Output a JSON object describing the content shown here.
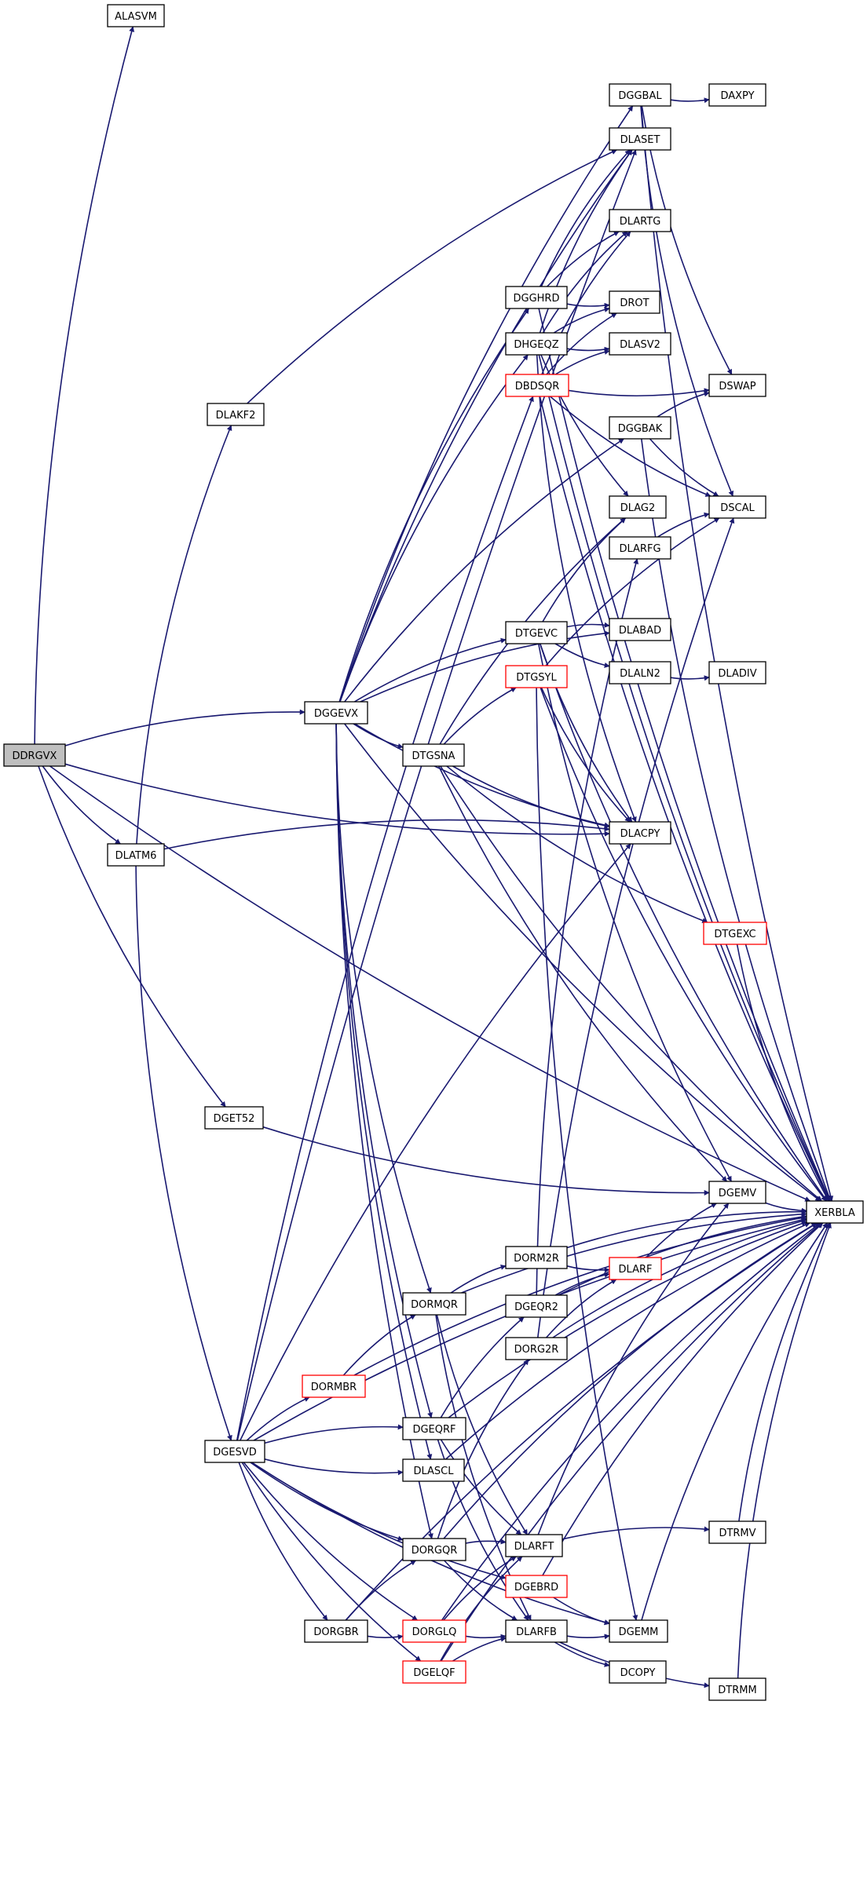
{
  "diagram": {
    "type": "call-graph",
    "colors": {
      "edge": "#191970",
      "node_border": "#000000",
      "node_truncated_border": "#ff0000",
      "root_fill": "#bfbfbf",
      "node_fill": "#ffffff"
    },
    "nodes": [
      {
        "id": "DDRGVX",
        "label": "DDRGVX",
        "style": "root"
      },
      {
        "id": "ALASVM",
        "label": "ALASVM",
        "style": "normal"
      },
      {
        "id": "DGGEVX",
        "label": "DGGEVX",
        "style": "normal"
      },
      {
        "id": "DLATM6",
        "label": "DLATM6",
        "style": "normal"
      },
      {
        "id": "DGET52",
        "label": "DGET52",
        "style": "normal"
      },
      {
        "id": "DLACPY",
        "label": "DLACPY",
        "style": "normal"
      },
      {
        "id": "XERBLA",
        "label": "XERBLA",
        "style": "normal"
      },
      {
        "id": "DLAKF2",
        "label": "DLAKF2",
        "style": "normal"
      },
      {
        "id": "DGESVD",
        "label": "DGESVD",
        "style": "normal"
      },
      {
        "id": "DLASET",
        "label": "DLASET",
        "style": "normal"
      },
      {
        "id": "DGEMV",
        "label": "DGEMV",
        "style": "normal"
      },
      {
        "id": "DGGBAL",
        "label": "DGGBAL",
        "style": "normal"
      },
      {
        "id": "DAXPY",
        "label": "DAXPY",
        "style": "normal"
      },
      {
        "id": "DLARTG",
        "label": "DLARTG",
        "style": "normal"
      },
      {
        "id": "DGGHRD",
        "label": "DGGHRD",
        "style": "normal"
      },
      {
        "id": "DROT",
        "label": "DROT",
        "style": "normal"
      },
      {
        "id": "DHGEQZ",
        "label": "DHGEQZ",
        "style": "normal"
      },
      {
        "id": "DLASV2",
        "label": "DLASV2",
        "style": "normal"
      },
      {
        "id": "DBDSQR",
        "label": "DBDSQR",
        "style": "truncated"
      },
      {
        "id": "DSWAP",
        "label": "DSWAP",
        "style": "normal"
      },
      {
        "id": "DGGBAK",
        "label": "DGGBAK",
        "style": "normal"
      },
      {
        "id": "DSCAL",
        "label": "DSCAL",
        "style": "normal"
      },
      {
        "id": "DLAG2",
        "label": "DLAG2",
        "style": "normal"
      },
      {
        "id": "DLARFG",
        "label": "DLARFG",
        "style": "normal"
      },
      {
        "id": "DTGEVC",
        "label": "DTGEVC",
        "style": "normal"
      },
      {
        "id": "DLABAD",
        "label": "DLABAD",
        "style": "normal"
      },
      {
        "id": "DLALN2",
        "label": "DLALN2",
        "style": "normal"
      },
      {
        "id": "DLADIV",
        "label": "DLADIV",
        "style": "normal"
      },
      {
        "id": "DTGSYL",
        "label": "DTGSYL",
        "style": "truncated"
      },
      {
        "id": "DTGSNA",
        "label": "DTGSNA",
        "style": "normal"
      },
      {
        "id": "DTGEXC",
        "label": "DTGEXC",
        "style": "truncated"
      },
      {
        "id": "DORM2R",
        "label": "DORM2R",
        "style": "normal"
      },
      {
        "id": "DLARF",
        "label": "DLARF",
        "style": "truncated"
      },
      {
        "id": "DORMQR",
        "label": "DORMQR",
        "style": "normal"
      },
      {
        "id": "DGEQR2",
        "label": "DGEQR2",
        "style": "normal"
      },
      {
        "id": "DORG2R",
        "label": "DORG2R",
        "style": "normal"
      },
      {
        "id": "DORMBR",
        "label": "DORMBR",
        "style": "truncated"
      },
      {
        "id": "DGEQRF",
        "label": "DGEQRF",
        "style": "normal"
      },
      {
        "id": "DLASCL",
        "label": "DLASCL",
        "style": "normal"
      },
      {
        "id": "DORGQR",
        "label": "DORGQR",
        "style": "normal"
      },
      {
        "id": "DLARFT",
        "label": "DLARFT",
        "style": "normal"
      },
      {
        "id": "DTRMV",
        "label": "DTRMV",
        "style": "normal"
      },
      {
        "id": "DGEBRD",
        "label": "DGEBRD",
        "style": "truncated"
      },
      {
        "id": "DORGBR",
        "label": "DORGBR",
        "style": "normal"
      },
      {
        "id": "DORGLQ",
        "label": "DORGLQ",
        "style": "truncated"
      },
      {
        "id": "DLARFB",
        "label": "DLARFB",
        "style": "normal"
      },
      {
        "id": "DGEMM",
        "label": "DGEMM",
        "style": "normal"
      },
      {
        "id": "DGELQF",
        "label": "DGELQF",
        "style": "truncated"
      },
      {
        "id": "DCOPY",
        "label": "DCOPY",
        "style": "normal"
      },
      {
        "id": "DTRMM",
        "label": "DTRMM",
        "style": "normal"
      }
    ],
    "edges": [
      [
        "DDRGVX",
        "ALASVM"
      ],
      [
        "DDRGVX",
        "XERBLA"
      ],
      [
        "DDRGVX",
        "DGGEVX"
      ],
      [
        "DDRGVX",
        "DLACPY"
      ],
      [
        "DDRGVX",
        "DLATM6"
      ],
      [
        "DDRGVX",
        "DGET52"
      ],
      [
        "DLATM6",
        "DLAKF2"
      ],
      [
        "DLATM6",
        "DLACPY"
      ],
      [
        "DLATM6",
        "DGESVD"
      ],
      [
        "DLAKF2",
        "DLASET"
      ],
      [
        "DGET52",
        "DGEMV"
      ],
      [
        "DGGEVX",
        "DGGBAL"
      ],
      [
        "DGGEVX",
        "DLASET"
      ],
      [
        "DGGEVX",
        "DGGHRD"
      ],
      [
        "DGGEVX",
        "DHGEQZ"
      ],
      [
        "DGGEVX",
        "DGGBAK"
      ],
      [
        "DGGEVX",
        "DTGEVC"
      ],
      [
        "DGGEVX",
        "DLABAD"
      ],
      [
        "DGGEVX",
        "DTGSNA"
      ],
      [
        "DGGEVX",
        "DLACPY"
      ],
      [
        "DGGEVX",
        "XERBLA"
      ],
      [
        "DGGEVX",
        "DORMQR"
      ],
      [
        "DGGEVX",
        "DGEQRF"
      ],
      [
        "DGGEVX",
        "DLASCL"
      ],
      [
        "DGGEVX",
        "DORGQR"
      ],
      [
        "DGESVD",
        "DLASET"
      ],
      [
        "DGESVD",
        "DBDSQR"
      ],
      [
        "DGESVD",
        "DLACPY"
      ],
      [
        "DGESVD",
        "XERBLA"
      ],
      [
        "DGESVD",
        "DORMBR"
      ],
      [
        "DGESVD",
        "DGEQRF"
      ],
      [
        "DGESVD",
        "DLASCL"
      ],
      [
        "DGESVD",
        "DORGQR"
      ],
      [
        "DGESVD",
        "DGEBRD"
      ],
      [
        "DGESVD",
        "DORGBR"
      ],
      [
        "DGESVD",
        "DORGLQ"
      ],
      [
        "DGESVD",
        "DGELQF"
      ],
      [
        "DGESVD",
        "DGEMM"
      ],
      [
        "DGGBAL",
        "DAXPY"
      ],
      [
        "DGGBAL",
        "XERBLA"
      ],
      [
        "DGGBAL",
        "DSWAP"
      ],
      [
        "DGGBAL",
        "DSCAL"
      ],
      [
        "DGGHRD",
        "DLASET"
      ],
      [
        "DGGHRD",
        "DLARTG"
      ],
      [
        "DGGHRD",
        "DROT"
      ],
      [
        "DGGHRD",
        "XERBLA"
      ],
      [
        "DHGEQZ",
        "DLASET"
      ],
      [
        "DHGEQZ",
        "DLARTG"
      ],
      [
        "DHGEQZ",
        "DROT"
      ],
      [
        "DHGEQZ",
        "DLASV2"
      ],
      [
        "DHGEQZ",
        "DLAG2"
      ],
      [
        "DHGEQZ",
        "DLACPY"
      ],
      [
        "DHGEQZ",
        "XERBLA"
      ],
      [
        "DBDSQR",
        "DLARTG"
      ],
      [
        "DBDSQR",
        "DROT"
      ],
      [
        "DBDSQR",
        "DLASV2"
      ],
      [
        "DBDSQR",
        "DSWAP"
      ],
      [
        "DBDSQR",
        "DSCAL"
      ],
      [
        "DBDSQR",
        "XERBLA"
      ],
      [
        "DGGBAK",
        "DSWAP"
      ],
      [
        "DGGBAK",
        "DSCAL"
      ],
      [
        "DGGBAK",
        "XERBLA"
      ],
      [
        "DTGEVC",
        "DLAG2"
      ],
      [
        "DTGEVC",
        "DLABAD"
      ],
      [
        "DTGEVC",
        "DLALN2"
      ],
      [
        "DTGEVC",
        "DLACPY"
      ],
      [
        "DTGEVC",
        "DGEMV"
      ],
      [
        "DTGEVC",
        "XERBLA"
      ],
      [
        "DLALN2",
        "DLADIV"
      ],
      [
        "DLARFG",
        "DSCAL"
      ],
      [
        "DTGSNA",
        "DLAG2"
      ],
      [
        "DTGSNA",
        "DTGSYL"
      ],
      [
        "DTGSNA",
        "DLACPY"
      ],
      [
        "DTGSNA",
        "DTGEXC"
      ],
      [
        "DTGSNA",
        "DGEMV"
      ],
      [
        "DTGSNA",
        "XERBLA"
      ],
      [
        "DTGSYL",
        "DSCAL"
      ],
      [
        "DTGSYL",
        "DLACPY"
      ],
      [
        "DTGSYL",
        "DGEMM"
      ],
      [
        "DTGSYL",
        "XERBLA"
      ],
      [
        "DTGEXC",
        "XERBLA"
      ],
      [
        "DGEMV",
        "XERBLA"
      ],
      [
        "DORMQR",
        "DORM2R"
      ],
      [
        "DORMQR",
        "DLARFT"
      ],
      [
        "DORMQR",
        "DLARFB"
      ],
      [
        "DORMQR",
        "XERBLA"
      ],
      [
        "DORM2R",
        "DLARF"
      ],
      [
        "DORM2R",
        "XERBLA"
      ],
      [
        "DLARF",
        "DGEMV"
      ],
      [
        "DGEQR2",
        "DLARFG"
      ],
      [
        "DGEQR2",
        "DLARF"
      ],
      [
        "DGEQR2",
        "XERBLA"
      ],
      [
        "DORG2R",
        "DSCAL"
      ],
      [
        "DORG2R",
        "DLARF"
      ],
      [
        "DORG2R",
        "XERBLA"
      ],
      [
        "DORMBR",
        "DORMQR"
      ],
      [
        "DORMBR",
        "XERBLA"
      ],
      [
        "DGEQRF",
        "DGEQR2"
      ],
      [
        "DGEQRF",
        "DLARFT"
      ],
      [
        "DGEQRF",
        "DLARFB"
      ],
      [
        "DGEQRF",
        "XERBLA"
      ],
      [
        "DLASCL",
        "XERBLA"
      ],
      [
        "DORGQR",
        "DORG2R"
      ],
      [
        "DORGQR",
        "DLARFT"
      ],
      [
        "DORGQR",
        "DLARFB"
      ],
      [
        "DORGQR",
        "XERBLA"
      ],
      [
        "DLARFT",
        "DGEMV"
      ],
      [
        "DLARFT",
        "DTRMV"
      ],
      [
        "DTRMV",
        "XERBLA"
      ],
      [
        "DGEBRD",
        "DGEMM"
      ],
      [
        "DGEBRD",
        "XERBLA"
      ],
      [
        "DORGBR",
        "DORGQR"
      ],
      [
        "DORGBR",
        "DORGLQ"
      ],
      [
        "DORGBR",
        "XERBLA"
      ],
      [
        "DORGLQ",
        "DLARFT"
      ],
      [
        "DORGLQ",
        "DLARFB"
      ],
      [
        "DORGLQ",
        "XERBLA"
      ],
      [
        "DGELQF",
        "DLARFT"
      ],
      [
        "DGELQF",
        "DLARFB"
      ],
      [
        "DGELQF",
        "XERBLA"
      ],
      [
        "DLARFB",
        "DGEMM"
      ],
      [
        "DLARFB",
        "DCOPY"
      ],
      [
        "DLARFB",
        "DTRMM"
      ],
      [
        "DGEMM",
        "XERBLA"
      ],
      [
        "DTRMM",
        "XERBLA"
      ]
    ]
  }
}
